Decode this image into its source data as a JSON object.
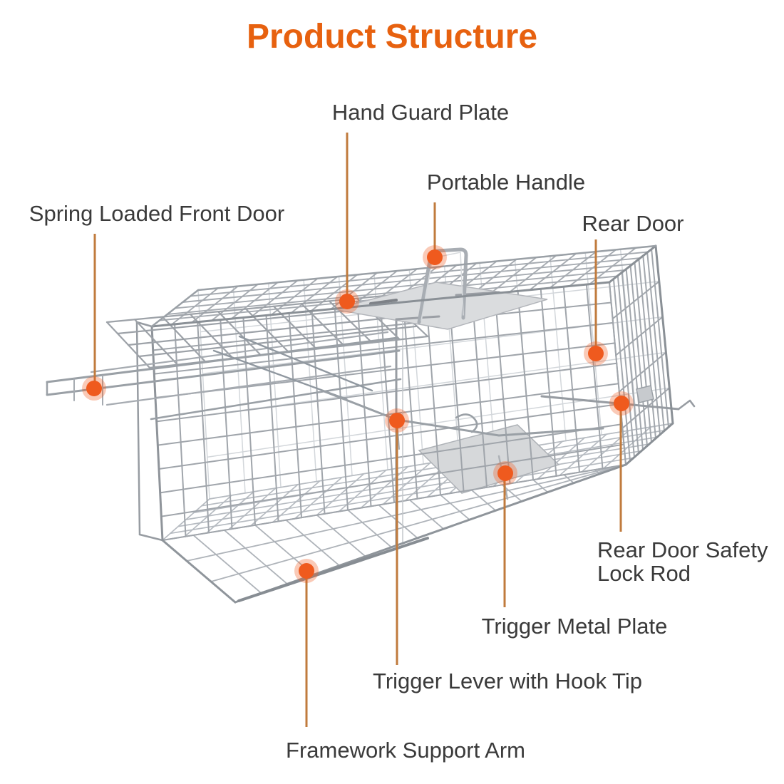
{
  "title": {
    "text": "Product Structure"
  },
  "labels": [
    {
      "id": "hand-guard-plate",
      "text": "Hand Guard Plate"
    },
    {
      "id": "portable-handle",
      "text": "Portable Handle"
    },
    {
      "id": "spring-loaded-front-door",
      "text": "Spring Loaded Front Door"
    },
    {
      "id": "rear-door",
      "text": "Rear Door"
    },
    {
      "id": "rear-door-safety-lock-rod",
      "text": "Rear Door Safety\nLock Rod"
    },
    {
      "id": "trigger-metal-plate",
      "text": "Trigger Metal Plate"
    },
    {
      "id": "trigger-lever-with-hook-tip",
      "text": "Trigger Lever with Hook Tip"
    },
    {
      "id": "framework-support-arm",
      "text": "Framework Support Arm"
    }
  ],
  "colors": {
    "accent_orange": "#e7610f",
    "callout_dot": "#ef5a1e",
    "leader_line": "#c07b3d",
    "label_text": "#3a3a3a",
    "wire_gray": "#a3a8ae",
    "plate_gray": "#dadcde",
    "background": "#ffffff"
  }
}
